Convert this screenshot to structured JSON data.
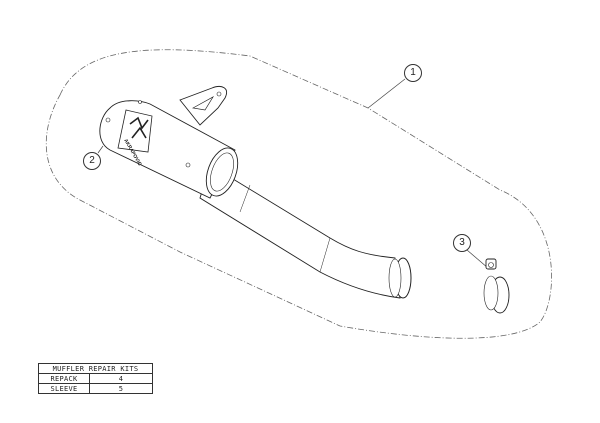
{
  "callouts": [
    "1",
    "2",
    "3"
  ],
  "logo": "AKRAPOVIC",
  "kits_table": {
    "title": "MUFFLER REPAIR KITS",
    "rows": [
      {
        "item": "REPACK",
        "qty": "4"
      },
      {
        "item": "SLEEVE",
        "qty": "5"
      }
    ]
  }
}
